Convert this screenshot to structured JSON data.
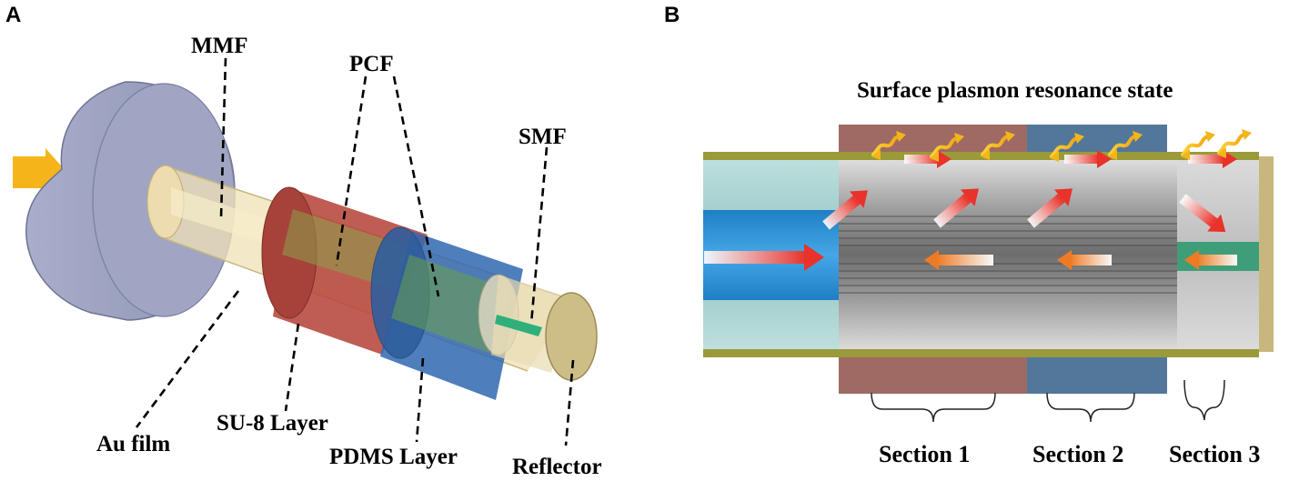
{
  "panel_a": {
    "letter": "A",
    "labels": {
      "mmf": "MMF",
      "pcf": "PCF",
      "smf": "SMF",
      "au_film": "Au film",
      "su8_layer": "SU-8 Layer",
      "pdms_layer": "PDMS Layer",
      "reflector": "Reflector"
    }
  },
  "panel_b": {
    "letter": "B",
    "title": "Surface plasmon resonance state",
    "sections": [
      "Section 1",
      "Section 2",
      "Section 3"
    ]
  },
  "colors": {
    "disk": "#9a9fbd",
    "input_arrow": "#f5b51a",
    "su8": "#a8423a",
    "pdms": "#2f64a8",
    "fiber": "#e8d7a6",
    "reflector": "#c8b77d",
    "sec1_band": "#9e6a63",
    "sec2_band": "#52779a",
    "gold_film": "#9a9a3a",
    "core_blue": "#2e8fd1",
    "wave_yellow": "#f2c61a",
    "arrow_red": "#e83b2b",
    "arrow_orange": "#f08a2c"
  }
}
